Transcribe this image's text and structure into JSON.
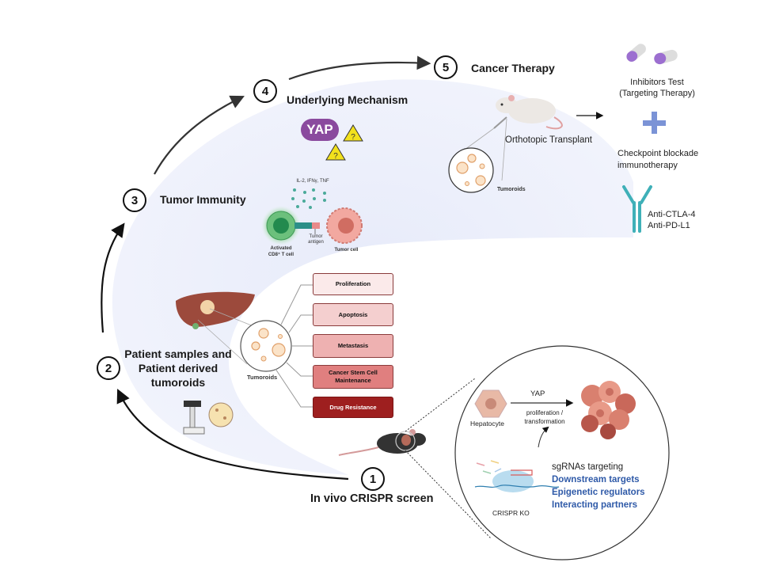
{
  "steps": [
    {
      "number": "1",
      "title": "In vivo CRISPR screen"
    },
    {
      "number": "2",
      "title": "Patient samples and Patient derived tumoroids",
      "lines": [
        "Patient samples and",
        "Patient derived",
        "tumoroids"
      ]
    },
    {
      "number": "3",
      "title": "Tumor Immunity"
    },
    {
      "number": "4",
      "title": "Underlying Mechanism"
    },
    {
      "number": "5",
      "title": "Cancer Therapy"
    }
  ],
  "mechanism": {
    "yap_label": "YAP",
    "unknown_mark": "?"
  },
  "immunity": {
    "cytokines": "IL-2, IFNγ, TNF",
    "t_cell": [
      "Activated",
      "CD8⁺ T cell"
    ],
    "antigen": [
      "Tumor",
      "antigen"
    ],
    "tumor_cell": "Tumor cell"
  },
  "tumoroids": {
    "label": "Tumoroids",
    "phenotypes": [
      {
        "label": "Proliferation",
        "color": "#fbeaea"
      },
      {
        "label": "Apoptosis",
        "color": "#f4cfcf"
      },
      {
        "label": "Metastasis",
        "color": "#eeb1b1"
      },
      {
        "label": "Cancer Stem Cell Maintenance",
        "lines": [
          "Cancer Stem Cell",
          "Maintenance"
        ],
        "color": "#e07f7f"
      },
      {
        "label": "Drug Resistance",
        "color": "#9e1f1f"
      }
    ]
  },
  "therapy": {
    "transplant_label": "Orthotopic Transplant",
    "tumoroids_label": "Tumoroids",
    "inhibitors": [
      "Inhibitors Test",
      "(Targeting Therapy)"
    ],
    "plus": "+",
    "checkpoint": [
      "Checkpoint blockade",
      "immunotherapy"
    ],
    "antibodies": [
      "Anti-CTLA-4",
      "Anti-PD-L1"
    ]
  },
  "crispr": {
    "hepatocyte": "Hepatocyte",
    "yap": "YAP",
    "process": [
      "proliferation /",
      "transformation"
    ],
    "sgrna_heading": "sgRNAs targeting",
    "targets": [
      "Downstream targets",
      "Epigenetic regulators",
      "Interacting partners"
    ],
    "ko_label": "CRISPR KO"
  },
  "colors": {
    "accent_blue": "#2f5aa8",
    "yap_purple": "#8a4a9e",
    "background_wash": "#eef1fb"
  }
}
